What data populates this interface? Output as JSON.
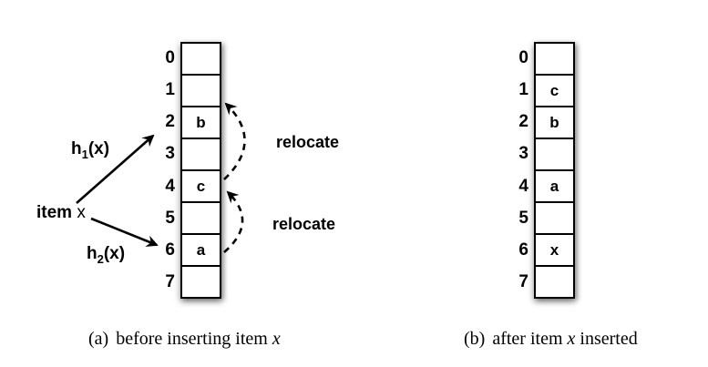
{
  "figure": {
    "panel_a": {
      "item_label_bold": "item",
      "item_label_x": "x",
      "hash1": {
        "base": "h",
        "sub": "1",
        "args": "(x)"
      },
      "hash2": {
        "base": "h",
        "sub": "2",
        "args": "(x)"
      },
      "relocate_top": "relocate",
      "relocate_bottom": "relocate",
      "array": {
        "indices": [
          "0",
          "1",
          "2",
          "3",
          "4",
          "5",
          "6",
          "7"
        ],
        "cells": [
          "",
          "",
          "b",
          "",
          "c",
          "",
          "a",
          ""
        ]
      },
      "caption": {
        "prefix": "(a)",
        "body_before": "before inserting item",
        "italic": "x",
        "body_after": ""
      }
    },
    "panel_b": {
      "array": {
        "indices": [
          "0",
          "1",
          "2",
          "3",
          "4",
          "5",
          "6",
          "7"
        ],
        "cells": [
          "",
          "c",
          "b",
          "",
          "a",
          "",
          "x",
          ""
        ]
      },
      "caption": {
        "prefix": "(b)",
        "body_before": "after item",
        "italic": "x",
        "body_after": "inserted"
      }
    },
    "colors": {
      "ink": "#000000",
      "background": "#ffffff"
    }
  }
}
